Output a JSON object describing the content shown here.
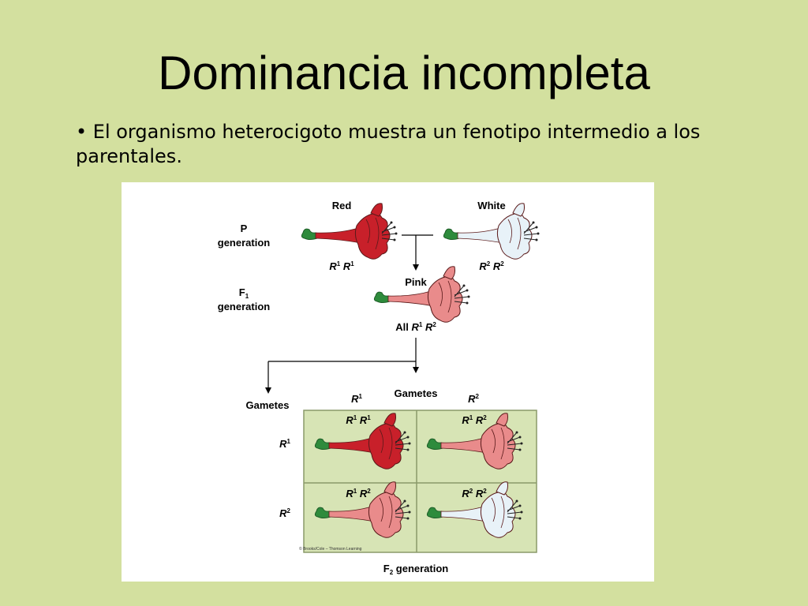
{
  "slide": {
    "title": "Dominancia incompleta",
    "bullet": "• El organismo heterocigoto muestra un fenotipo intermedio a los parentales."
  },
  "figure": {
    "p_generation": {
      "label_line1": "P",
      "label_line2": "generation",
      "parent1": {
        "phenotype": "Red",
        "allele_a": "R",
        "sup_a": "1",
        "allele_b": "R",
        "sup_b": "1"
      },
      "parent2": {
        "phenotype": "White",
        "allele_a": "R",
        "sup_a": "2",
        "allele_b": "R",
        "sup_b": "2"
      }
    },
    "f1_generation": {
      "label_f": "F",
      "label_sub": "1",
      "label_line2": "generation",
      "phenotype": "Pink",
      "all_prefix": "All",
      "allele_a": "R",
      "sup_a": "1",
      "allele_b": "R",
      "sup_b": "2"
    },
    "gametes": {
      "left_label": "Gametes",
      "top_label": "Gametes",
      "col1": {
        "allele": "R",
        "sup": "1"
      },
      "col2": {
        "allele": "R",
        "sup": "2"
      },
      "row1": {
        "allele": "R",
        "sup": "1"
      },
      "row2": {
        "allele": "R",
        "sup": "2"
      }
    },
    "punnett": {
      "cells": [
        {
          "a": "R",
          "sa": "1",
          "b": "R",
          "sb": "1",
          "color": "#c8202a"
        },
        {
          "a": "R",
          "sa": "1",
          "b": "R",
          "sb": "2",
          "color": "#e98b8b"
        },
        {
          "a": "R",
          "sa": "1",
          "b": "R",
          "sb": "2",
          "color": "#e98b8b"
        },
        {
          "a": "R",
          "sa": "2",
          "b": "R",
          "sb": "2",
          "color": "#e8f2f8"
        }
      ]
    },
    "f2_generation": {
      "label_f": "F",
      "label_sub": "2",
      "label_rest": " generation"
    },
    "credit": "© Brooks/Cole – Thomson Learning",
    "colors": {
      "red": "#c8202a",
      "pink": "#e98b8b",
      "white": "#e8f2f8",
      "stem": "#2e8b3c",
      "grid_bg": "#d7e4b5",
      "grid_line": "#8a9a6a"
    }
  }
}
